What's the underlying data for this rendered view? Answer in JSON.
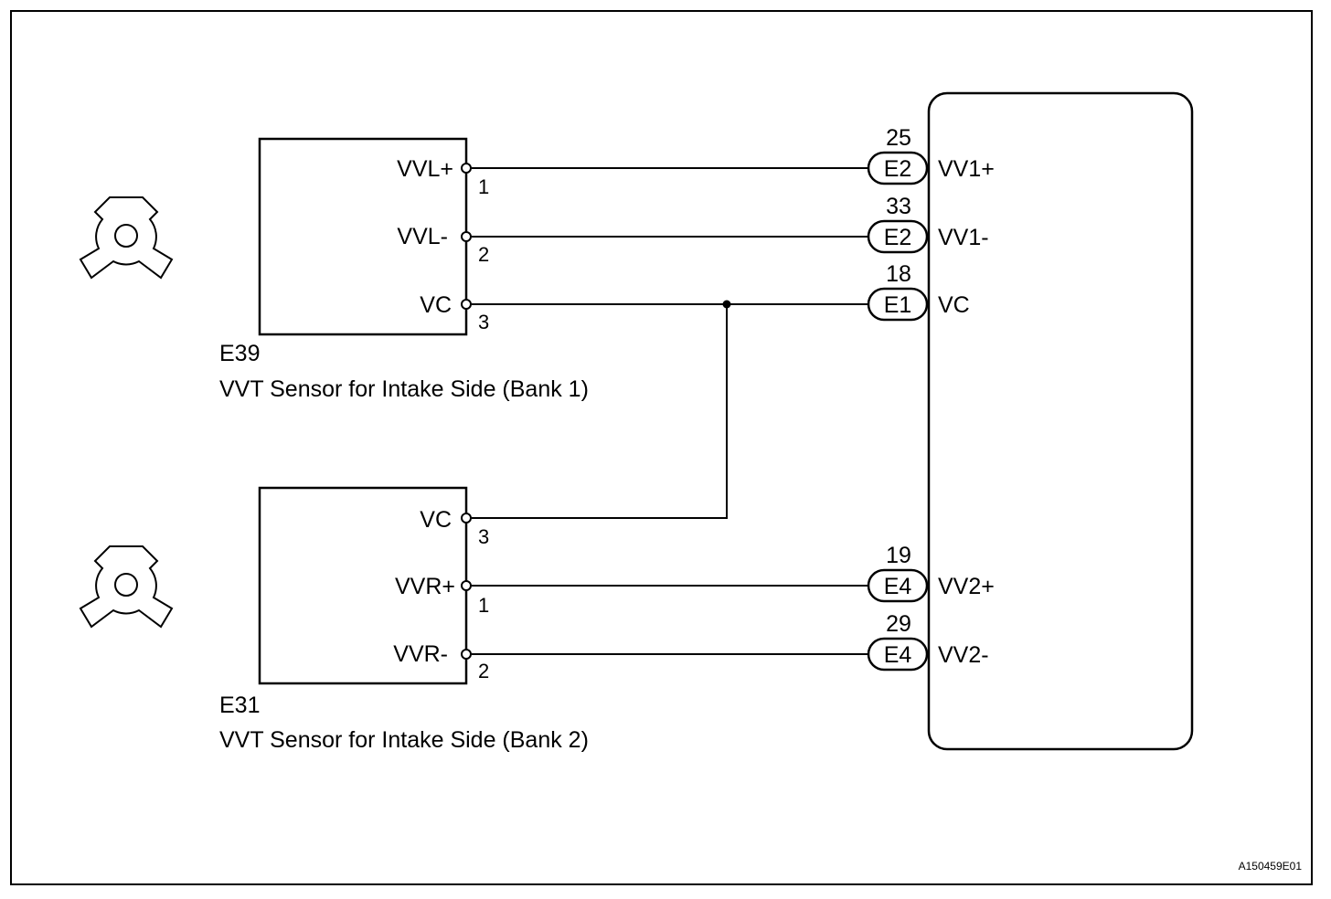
{
  "sensors": [
    {
      "id": "E39",
      "name": "VVT Sensor for Intake Side (Bank 1)",
      "pins": [
        {
          "label": "VVL+",
          "number": "1"
        },
        {
          "label": "VVL-",
          "number": "2"
        },
        {
          "label": "VC",
          "number": "3"
        }
      ]
    },
    {
      "id": "E31",
      "name": "VVT Sensor for Intake Side (Bank 2)",
      "pins": [
        {
          "label": "VC",
          "number": "3"
        },
        {
          "label": "VVR+",
          "number": "1"
        },
        {
          "label": "VVR-",
          "number": "2"
        }
      ]
    }
  ],
  "ecm": {
    "terminals": [
      {
        "pin": "25",
        "connector": "E2",
        "label": "VV1+"
      },
      {
        "pin": "33",
        "connector": "E2",
        "label": "VV1-"
      },
      {
        "pin": "18",
        "connector": "E1",
        "label": "VC"
      },
      {
        "pin": "19",
        "connector": "E4",
        "label": "VV2+"
      },
      {
        "pin": "29",
        "connector": "E4",
        "label": "VV2-"
      }
    ]
  },
  "figure_code": "A150459E01",
  "colors": {
    "line": "#000000",
    "background": "#ffffff"
  }
}
